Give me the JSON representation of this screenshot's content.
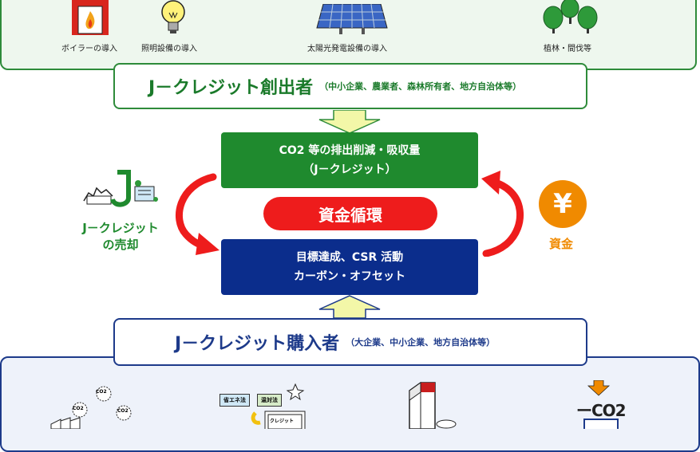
{
  "top_icons": {
    "boiler": "ボイラーの導入",
    "lighting": "照明設備の導入",
    "solar": "太陽光発電設備の導入",
    "forest": "植林・間伐等"
  },
  "creator": {
    "title": "J－クレジット創出者",
    "note": "（中小企業、農業者、森林所有者、地方自治体等）"
  },
  "reduction_box": {
    "line1": "CO2 等の排出削減・吸収量",
    "line2": "（J－クレジット）"
  },
  "cycle_label": "資金循環",
  "goal_box": {
    "line1": "目標達成、CSR 活動",
    "line2": "カーボン・オフセット"
  },
  "sale_label": {
    "line1": "J－クレジット",
    "line2": "の売却"
  },
  "funds_label": "資金",
  "yen_symbol": "¥",
  "buyer": {
    "title": "J－クレジット購入者",
    "note": "（大企業、中小企業、地方自治体等）"
  },
  "bottom_icons": {
    "co2_tag": "CO2",
    "law1": "省エネ法",
    "law2": "温対法",
    "credit_doc": "クレジット",
    "minus_co2": "ーCO2"
  },
  "colors": {
    "green": "#1f8a2e",
    "blue": "#0b2d8c",
    "red": "#ee1c1c",
    "orange": "#f08a00",
    "arrow_yellow": "#f3f7a8"
  }
}
